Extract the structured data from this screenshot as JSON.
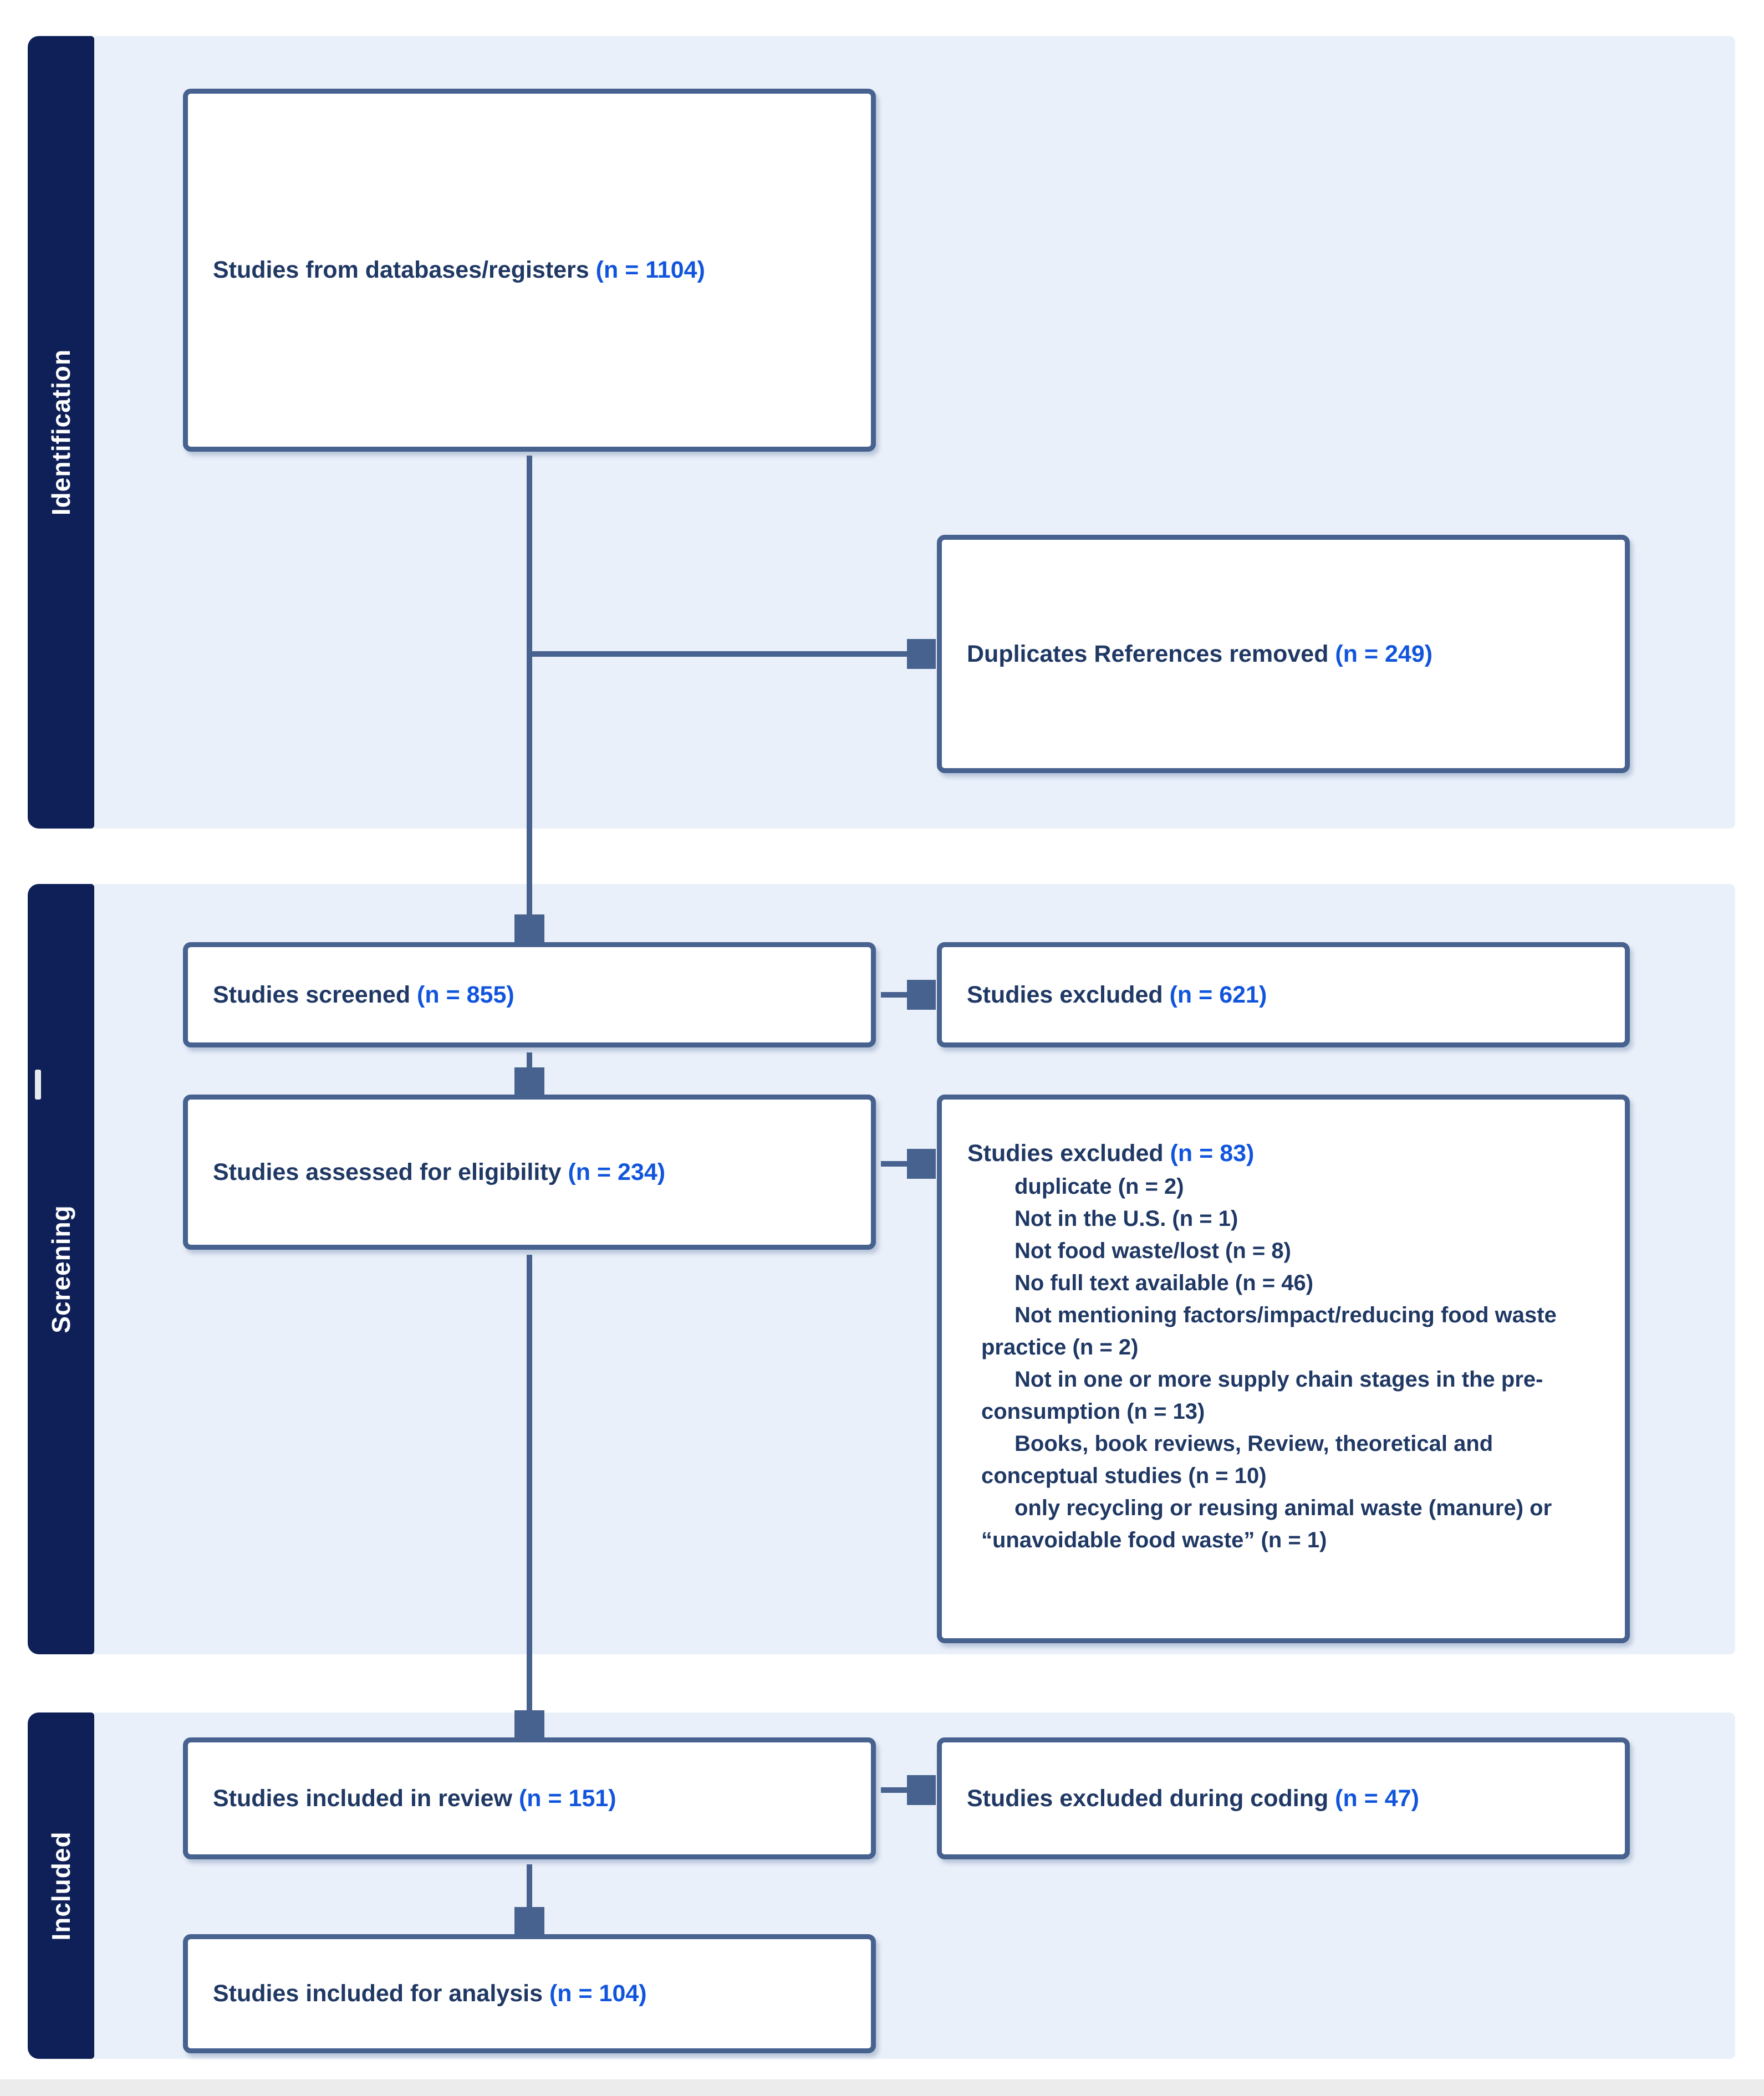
{
  "colors": {
    "sidebar_navy": "#0e2057",
    "panel_blue": "#eaf0fa",
    "border_slate": "#47628f",
    "text_navy": "#1f3864",
    "count_blue": "#1155dd"
  },
  "stages": [
    {
      "label": "Identification"
    },
    {
      "label": "Screening"
    },
    {
      "label": "Included"
    }
  ],
  "boxes": {
    "databases": {
      "label": "Studies from databases/registers ",
      "n": "(n = 1104)"
    },
    "duplicates": {
      "label": "Duplicates References removed ",
      "n": "(n = 249)"
    },
    "screened": {
      "label": "Studies screened ",
      "n": "(n = 855)"
    },
    "excluded_screening": {
      "label": "Studies excluded ",
      "n": "(n = 621)"
    },
    "eligibility": {
      "label": "Studies assessed for eligibility ",
      "n": "(n = 234)"
    },
    "excluded_eligibility": {
      "label": "Studies excluded ",
      "n": "(n = 83)",
      "reasons": [
        "duplicate (n = 2)",
        "Not in the U.S. (n = 1)",
        "Not food waste/lost (n = 8)",
        "No full text available (n = 46)",
        "Not mentioning factors/impact/reducing food waste practice (n = 2)",
        "Not in one or more supply chain stages in the pre-consumption (n = 13)",
        "Books, book reviews, Review, theoretical and conceptual studies (n = 10)",
        "only recycling or reusing animal waste (manure) or “unavoidable food waste” (n = 1)"
      ]
    },
    "included_review": {
      "label": "Studies included in review ",
      "n": "(n = 151)"
    },
    "excluded_coding": {
      "label": "Studies excluded during coding ",
      "n": "(n = 47)"
    },
    "included_analysis": {
      "label": "Studies included for analysis ",
      "n": "(n = 104)"
    }
  }
}
